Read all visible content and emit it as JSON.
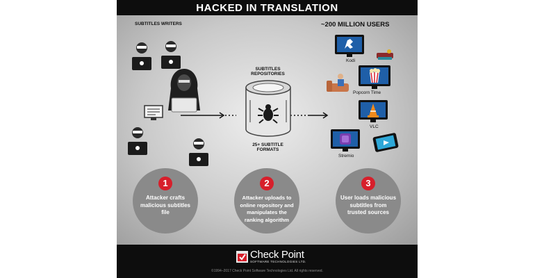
{
  "title": "HACKED IN TRANSLATION",
  "writers_label": "SUBTITLES WRITERS",
  "users_label": "~200 MILLION USERS",
  "repo_label": "SUBTITLES\nREPOSITORIES",
  "formats_label": "25+ SUBTITLE\nFORMATS",
  "devices": [
    {
      "label": "Kodi",
      "icon": "kodi-icon"
    },
    {
      "label": "Popcorn Time",
      "icon": "popcorn-icon"
    },
    {
      "label": "VLC",
      "icon": "vlc-cone-icon"
    },
    {
      "label": "Stremio",
      "icon": "stremio-icon"
    }
  ],
  "steps": [
    {
      "number": "1",
      "text": "Attacker crafts malicious subtitles file"
    },
    {
      "number": "2",
      "text": "Attacker uploads to online repository and manipulates the ranking algorithm"
    },
    {
      "number": "3",
      "text": "User loads malicious subtitles from trusted sources"
    }
  ],
  "footer": {
    "logo_text": "Check Point",
    "logo_sub": "SOFTWARE TECHNOLOGIES LTD.",
    "copyright": "©1994–2017 Check Point Software Technologies Ltd. All rights reserved."
  },
  "colors": {
    "accent_red": "#d71f2b",
    "dark": "#0d0d0d",
    "device_blue": "#1f5fa8"
  }
}
